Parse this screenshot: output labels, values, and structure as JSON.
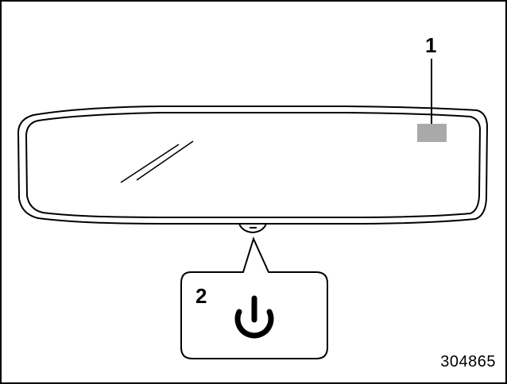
{
  "callouts": {
    "sensor_number": "1",
    "power_button_number": "2"
  },
  "figure_id": "304865",
  "icons": {
    "power_button_icon": "power-symbol"
  },
  "colors": {
    "sensor_fill": "#a9a9a9",
    "outline": "#000000"
  }
}
